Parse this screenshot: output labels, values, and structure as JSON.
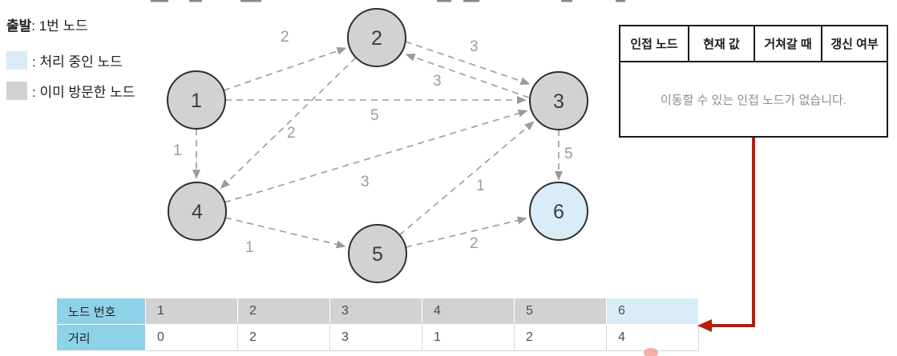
{
  "colors": {
    "node_visited": "#d2d2d2",
    "node_processing": "#d9ecf8",
    "node_border": "#2e2e2e",
    "edge": "#9b9b9b",
    "table_header_blue": "#8ed2e9",
    "cell_gray": "#d2d2d2",
    "cell_highlight": "#d9ecf8",
    "arrow_red": "#b71c0c"
  },
  "legend": {
    "start_bold": "출발",
    "start_rest": ": 1번 노드",
    "items": [
      {
        "swatch": "processing",
        "label": ": 처리 중인 노드"
      },
      {
        "swatch": "visited",
        "label": ": 이미 방문한 노드"
      }
    ]
  },
  "graph": {
    "type": "directed-weighted-graph",
    "nodes": [
      {
        "id": "1",
        "state": "visited"
      },
      {
        "id": "2",
        "state": "visited"
      },
      {
        "id": "3",
        "state": "visited"
      },
      {
        "id": "4",
        "state": "visited"
      },
      {
        "id": "5",
        "state": "visited"
      },
      {
        "id": "6",
        "state": "processing"
      }
    ],
    "edges": [
      {
        "from": "1",
        "to": "2",
        "weight": "2"
      },
      {
        "from": "2",
        "to": "3",
        "weight": "3"
      },
      {
        "from": "3",
        "to": "2",
        "weight": "3"
      },
      {
        "from": "1",
        "to": "3",
        "weight": "5"
      },
      {
        "from": "1",
        "to": "4",
        "weight": "1"
      },
      {
        "from": "2",
        "to": "4",
        "weight": "2"
      },
      {
        "from": "4",
        "to": "3",
        "weight": "3"
      },
      {
        "from": "4",
        "to": "5",
        "weight": "1"
      },
      {
        "from": "5",
        "to": "3",
        "weight": "1"
      },
      {
        "from": "5",
        "to": "6",
        "weight": "2"
      },
      {
        "from": "3",
        "to": "6",
        "weight": "5"
      }
    ]
  },
  "adjacency_table": {
    "headers": [
      "인접 노드",
      "현재 값",
      "거쳐갈 때",
      "갱신 여부"
    ],
    "empty_message": "이동할 수 있는 인접 노드가 없습니다."
  },
  "distance_table": {
    "row1_header": "노드 번호",
    "row2_header": "거리",
    "node_numbers": [
      "1",
      "2",
      "3",
      "4",
      "5",
      "6"
    ],
    "distances": [
      "0",
      "2",
      "3",
      "1",
      "2",
      "4"
    ],
    "highlighted_node": "6"
  }
}
